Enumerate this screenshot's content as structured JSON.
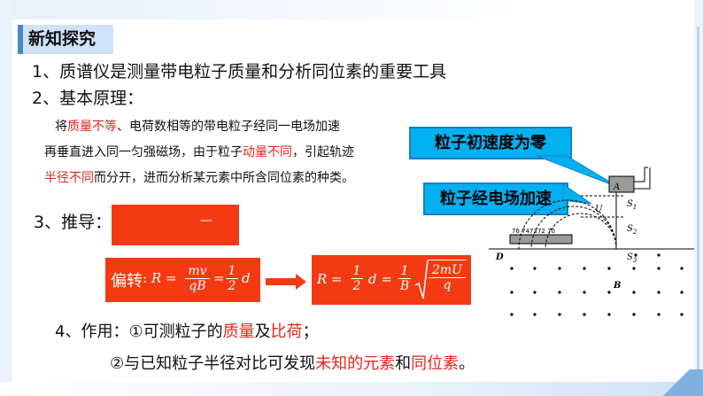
{
  "section_title": "新知探究",
  "item1": "1、质谱仪是测量带电粒子质量和分析同位素的重要工具",
  "item2": "2、基本原理：",
  "para": {
    "s1_a": "将",
    "s1_red": "质量不等",
    "s1_b": "、电荷数相等的带电粒子经同一电场加速",
    "s2_a": "再垂直进入同一匀强磁场，由于粒子",
    "s2_red": "动量不同",
    "s2_b": "，引起轨迹",
    "s3_red": "半径不同",
    "s3_b": "而分开，进而分析某元素中所含同位素的种类。"
  },
  "derive_label": "3、推导：",
  "box1_text": "—",
  "deflect_label": "偏转",
  "formula1": {
    "lhs": "R =",
    "f1_num": "mv",
    "f1_den": "qB",
    "eq": "=",
    "f2_num": "1",
    "f2_den": "2",
    "tail": "d"
  },
  "formula2": {
    "lhs": "R =",
    "f1_num": "1",
    "f1_den": "2",
    "mid": "d =",
    "f2_num": "1",
    "f2_den": "B",
    "rad_num": "2mU",
    "rad_den": "q"
  },
  "callout1": "粒子初速度为零",
  "callout2": "粒子经电场加速",
  "diagram": {
    "label_A": "A",
    "label_S1": "S",
    "sub_1": "1",
    "label_U": "U",
    "label_S2": "S",
    "sub_2": "2",
    "label_S3": "S",
    "sub_3": "3",
    "label_D": "D",
    "label_B": "B",
    "scale": "76  747372 70"
  },
  "use_label": "4、作用：",
  "use1_a": "①可测粒子的",
  "use1_red1": "质量",
  "use1_b": "及",
  "use1_red2": "比荷",
  "use1_c": "；",
  "use2_a": "②与已知粒子半径对比可发现",
  "use2_red1": "未知的元素",
  "use2_b": "和",
  "use2_red2": "同位素",
  "use2_c": "。",
  "colors": {
    "accent": "#4a86c8",
    "red_text": "#e3261b",
    "red_box": "#f43a12",
    "callout": "#00b0f0"
  }
}
